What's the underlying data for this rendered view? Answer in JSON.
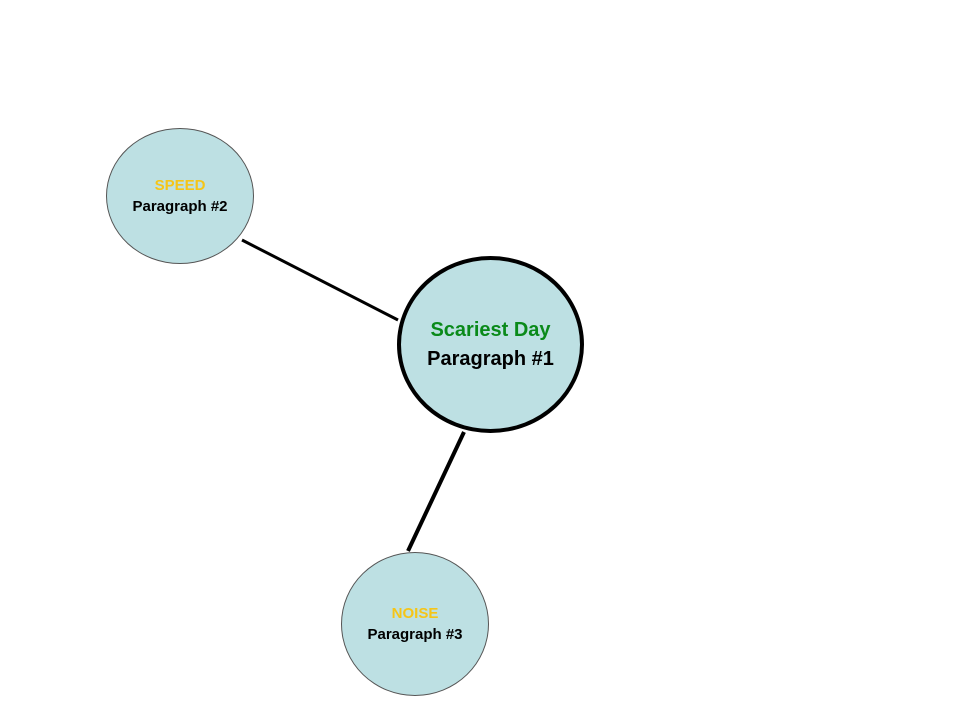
{
  "colors": {
    "node_fill": "#bde0e3",
    "label_yellow": "#f5c518",
    "label_green": "#0a8a1a",
    "connector": "#000000"
  },
  "nodes": {
    "speed": {
      "title": "SPEED",
      "subtitle": "Paragraph #2"
    },
    "center": {
      "title": "Scariest Day",
      "subtitle": "Paragraph #1"
    },
    "noise": {
      "title": "NOISE",
      "subtitle": "Paragraph #3"
    }
  }
}
